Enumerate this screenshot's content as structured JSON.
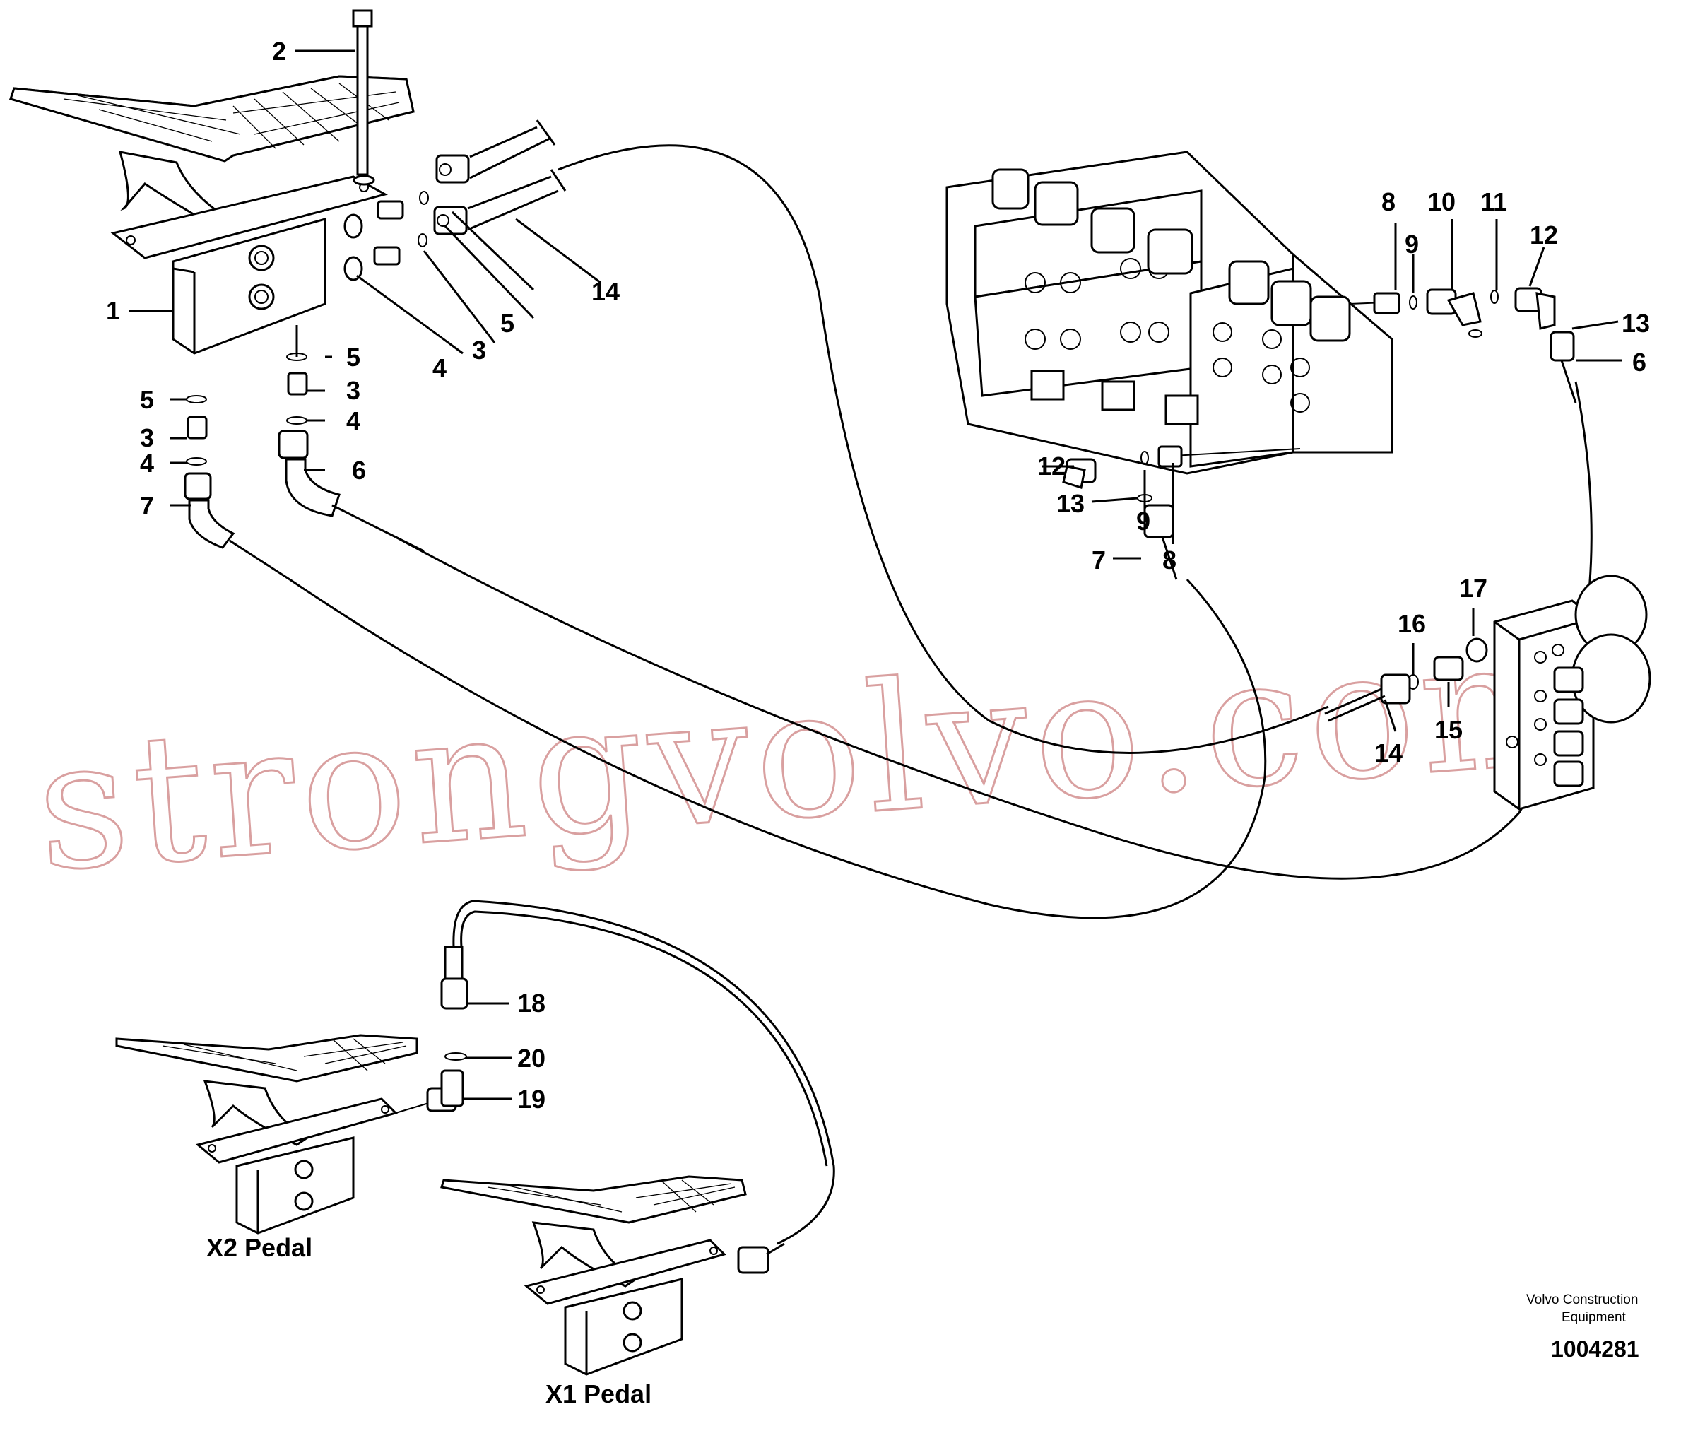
{
  "diagram": {
    "watermark": "strongvolvo.com",
    "captions": {
      "x2_pedal": "X2 Pedal",
      "x1_pedal": "X1 Pedal"
    },
    "credit": {
      "line1": "Volvo Construction",
      "line2": "Equipment",
      "part_number": "1004281"
    },
    "callouts": [
      "1",
      "2",
      "3",
      "4",
      "5",
      "14",
      "5",
      "3",
      "4",
      "6",
      "5",
      "3",
      "4",
      "7",
      "8",
      "9",
      "10",
      "11",
      "12",
      "13",
      "6",
      "12",
      "13",
      "9",
      "8",
      "7",
      "16",
      "17",
      "14",
      "15",
      "18",
      "20",
      "19"
    ]
  }
}
